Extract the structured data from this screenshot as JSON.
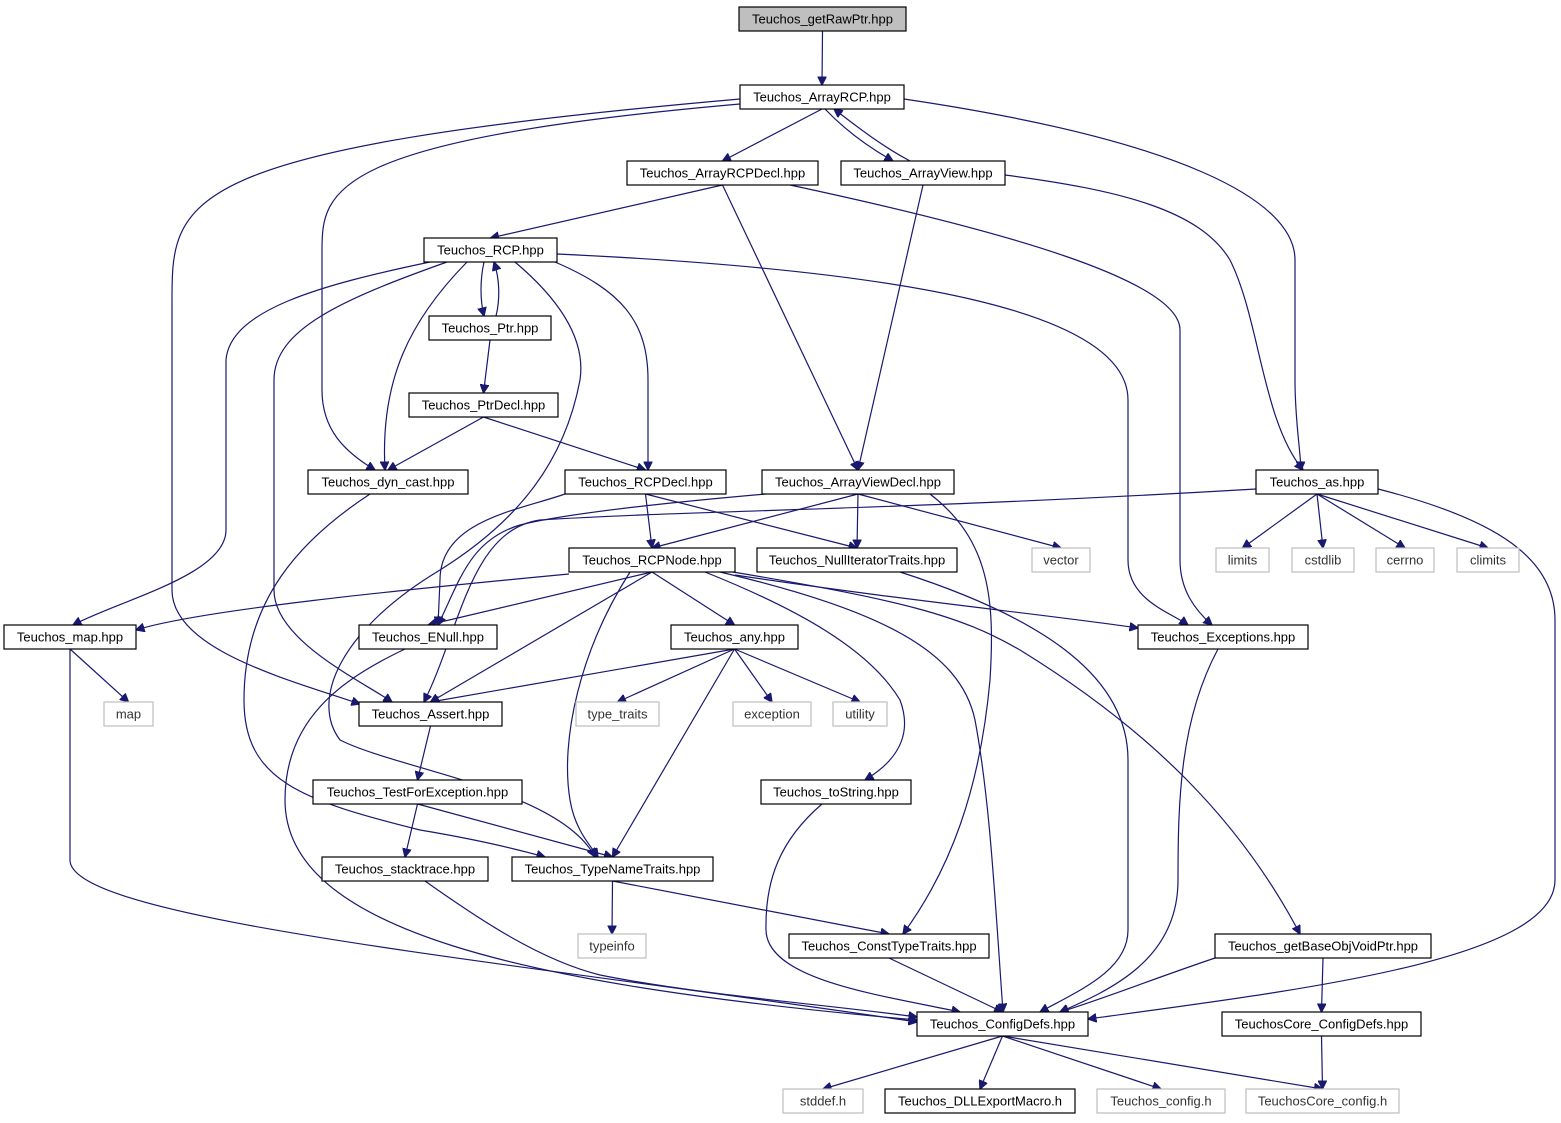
{
  "diagram": {
    "title": "",
    "colors": {
      "edge": "#191970",
      "root_fill": "#bfbfbf",
      "box_stroke": "#000000",
      "external_stroke": "#bfbfbf"
    },
    "nodes": [
      {
        "id": "getRawPtr",
        "label": "Teuchos_getRawPtr.hpp",
        "kind": "root"
      },
      {
        "id": "ArrayRCP",
        "label": "Teuchos_ArrayRCP.hpp",
        "kind": "file"
      },
      {
        "id": "ArrayRCPDecl",
        "label": "Teuchos_ArrayRCPDecl.hpp",
        "kind": "file"
      },
      {
        "id": "ArrayView",
        "label": "Teuchos_ArrayView.hpp",
        "kind": "file"
      },
      {
        "id": "RCP",
        "label": "Teuchos_RCP.hpp",
        "kind": "file"
      },
      {
        "id": "Ptr",
        "label": "Teuchos_Ptr.hpp",
        "kind": "file"
      },
      {
        "id": "PtrDecl",
        "label": "Teuchos_PtrDecl.hpp",
        "kind": "file"
      },
      {
        "id": "dyn_cast",
        "label": "Teuchos_dyn_cast.hpp",
        "kind": "file"
      },
      {
        "id": "RCPDecl",
        "label": "Teuchos_RCPDecl.hpp",
        "kind": "file"
      },
      {
        "id": "ArrayViewDecl",
        "label": "Teuchos_ArrayViewDecl.hpp",
        "kind": "file"
      },
      {
        "id": "as",
        "label": "Teuchos_as.hpp",
        "kind": "file"
      },
      {
        "id": "RCPNode",
        "label": "Teuchos_RCPNode.hpp",
        "kind": "file"
      },
      {
        "id": "NullIteratorTraits",
        "label": "Teuchos_NullIteratorTraits.hpp",
        "kind": "file"
      },
      {
        "id": "vector",
        "label": "vector",
        "kind": "external"
      },
      {
        "id": "limits",
        "label": "limits",
        "kind": "external"
      },
      {
        "id": "cstdlib",
        "label": "cstdlib",
        "kind": "external"
      },
      {
        "id": "cerrno",
        "label": "cerrno",
        "kind": "external"
      },
      {
        "id": "climits",
        "label": "climits",
        "kind": "external"
      },
      {
        "id": "map_hpp",
        "label": "Teuchos_map.hpp",
        "kind": "file"
      },
      {
        "id": "ENull",
        "label": "Teuchos_ENull.hpp",
        "kind": "file"
      },
      {
        "id": "any",
        "label": "Teuchos_any.hpp",
        "kind": "file"
      },
      {
        "id": "Exceptions",
        "label": "Teuchos_Exceptions.hpp",
        "kind": "file"
      },
      {
        "id": "map",
        "label": "map",
        "kind": "external"
      },
      {
        "id": "Assert",
        "label": "Teuchos_Assert.hpp",
        "kind": "file"
      },
      {
        "id": "type_traits",
        "label": "type_traits",
        "kind": "external"
      },
      {
        "id": "exception",
        "label": "exception",
        "kind": "external"
      },
      {
        "id": "utility",
        "label": "utility",
        "kind": "external"
      },
      {
        "id": "TestForException",
        "label": "Teuchos_TestForException.hpp",
        "kind": "file"
      },
      {
        "id": "toString",
        "label": "Teuchos_toString.hpp",
        "kind": "file"
      },
      {
        "id": "stacktrace",
        "label": "Teuchos_stacktrace.hpp",
        "kind": "file"
      },
      {
        "id": "TypeNameTraits",
        "label": "Teuchos_TypeNameTraits.hpp",
        "kind": "file"
      },
      {
        "id": "typeinfo",
        "label": "typeinfo",
        "kind": "external"
      },
      {
        "id": "ConstTypeTraits",
        "label": "Teuchos_ConstTypeTraits.hpp",
        "kind": "file"
      },
      {
        "id": "getBaseObjVoidPtr",
        "label": "Teuchos_getBaseObjVoidPtr.hpp",
        "kind": "file"
      },
      {
        "id": "ConfigDefs",
        "label": "Teuchos_ConfigDefs.hpp",
        "kind": "file"
      },
      {
        "id": "CoreConfigDefs",
        "label": "TeuchosCore_ConfigDefs.hpp",
        "kind": "file"
      },
      {
        "id": "stddef",
        "label": "stddef.h",
        "kind": "external"
      },
      {
        "id": "DLLExportMacro",
        "label": "Teuchos_DLLExportMacro.h",
        "kind": "file"
      },
      {
        "id": "config_h",
        "label": "Teuchos_config.h",
        "kind": "external"
      },
      {
        "id": "CoreConfig_h",
        "label": "TeuchosCore_config.h",
        "kind": "external"
      }
    ],
    "edges": [
      [
        "getRawPtr",
        "ArrayRCP"
      ],
      [
        "ArrayRCP",
        "ArrayRCPDecl"
      ],
      [
        "ArrayRCP",
        "ArrayView"
      ],
      [
        "ArrayRCP",
        "as"
      ],
      [
        "ArrayRCP",
        "dyn_cast"
      ],
      [
        "ArrayRCP",
        "Assert"
      ],
      [
        "ArrayView",
        "ArrayRCP"
      ],
      [
        "ArrayView",
        "ArrayViewDecl"
      ],
      [
        "ArrayView",
        "as"
      ],
      [
        "ArrayRCPDecl",
        "RCP"
      ],
      [
        "ArrayRCPDecl",
        "ArrayViewDecl"
      ],
      [
        "ArrayRCPDecl",
        "Exceptions"
      ],
      [
        "RCP",
        "Ptr"
      ],
      [
        "Ptr",
        "RCP"
      ],
      [
        "RCP",
        "dyn_cast"
      ],
      [
        "RCP",
        "RCPDecl"
      ],
      [
        "RCP",
        "map_hpp"
      ],
      [
        "RCP",
        "Assert"
      ],
      [
        "RCP",
        "TypeNameTraits"
      ],
      [
        "RCP",
        "Exceptions"
      ],
      [
        "Ptr",
        "PtrDecl"
      ],
      [
        "PtrDecl",
        "dyn_cast"
      ],
      [
        "PtrDecl",
        "RCPDecl"
      ],
      [
        "dyn_cast",
        "TypeNameTraits"
      ],
      [
        "RCPDecl",
        "RCPNode"
      ],
      [
        "RCPDecl",
        "ENull"
      ],
      [
        "RCPDecl",
        "NullIteratorTraits"
      ],
      [
        "ArrayViewDecl",
        "RCPNode"
      ],
      [
        "ArrayViewDecl",
        "NullIteratorTraits"
      ],
      [
        "ArrayViewDecl",
        "vector"
      ],
      [
        "ArrayViewDecl",
        "ENull"
      ],
      [
        "ArrayViewDecl",
        "ConstTypeTraits"
      ],
      [
        "as",
        "limits"
      ],
      [
        "as",
        "cstdlib"
      ],
      [
        "as",
        "cerrno"
      ],
      [
        "as",
        "climits"
      ],
      [
        "as",
        "Assert"
      ],
      [
        "as",
        "ConfigDefs"
      ],
      [
        "RCPNode",
        "map_hpp"
      ],
      [
        "RCPNode",
        "ENull"
      ],
      [
        "RCPNode",
        "any"
      ],
      [
        "RCPNode",
        "Exceptions"
      ],
      [
        "RCPNode",
        "Assert"
      ],
      [
        "RCPNode",
        "TypeNameTraits"
      ],
      [
        "RCPNode",
        "toString"
      ],
      [
        "RCPNode",
        "ConfigDefs"
      ],
      [
        "RCPNode",
        "getBaseObjVoidPtr"
      ],
      [
        "NullIteratorTraits",
        "ConfigDefs"
      ],
      [
        "map_hpp",
        "map"
      ],
      [
        "map_hpp",
        "ConfigDefs"
      ],
      [
        "ENull",
        "ConfigDefs"
      ],
      [
        "any",
        "Assert"
      ],
      [
        "any",
        "type_traits"
      ],
      [
        "any",
        "exception"
      ],
      [
        "any",
        "utility"
      ],
      [
        "any",
        "TypeNameTraits"
      ],
      [
        "Exceptions",
        "ConfigDefs"
      ],
      [
        "Assert",
        "TestForException"
      ],
      [
        "TestForException",
        "stacktrace"
      ],
      [
        "TestForException",
        "TypeNameTraits"
      ],
      [
        "toString",
        "ConfigDefs"
      ],
      [
        "stacktrace",
        "ConfigDefs"
      ],
      [
        "TypeNameTraits",
        "typeinfo"
      ],
      [
        "TypeNameTraits",
        "ConstTypeTraits"
      ],
      [
        "ConstTypeTraits",
        "ConfigDefs"
      ],
      [
        "getBaseObjVoidPtr",
        "ConfigDefs"
      ],
      [
        "getBaseObjVoidPtr",
        "CoreConfigDefs"
      ],
      [
        "ConfigDefs",
        "stddef"
      ],
      [
        "ConfigDefs",
        "DLLExportMacro"
      ],
      [
        "ConfigDefs",
        "config_h"
      ],
      [
        "ConfigDefs",
        "CoreConfig_h"
      ],
      [
        "CoreConfigDefs",
        "CoreConfig_h"
      ]
    ]
  }
}
